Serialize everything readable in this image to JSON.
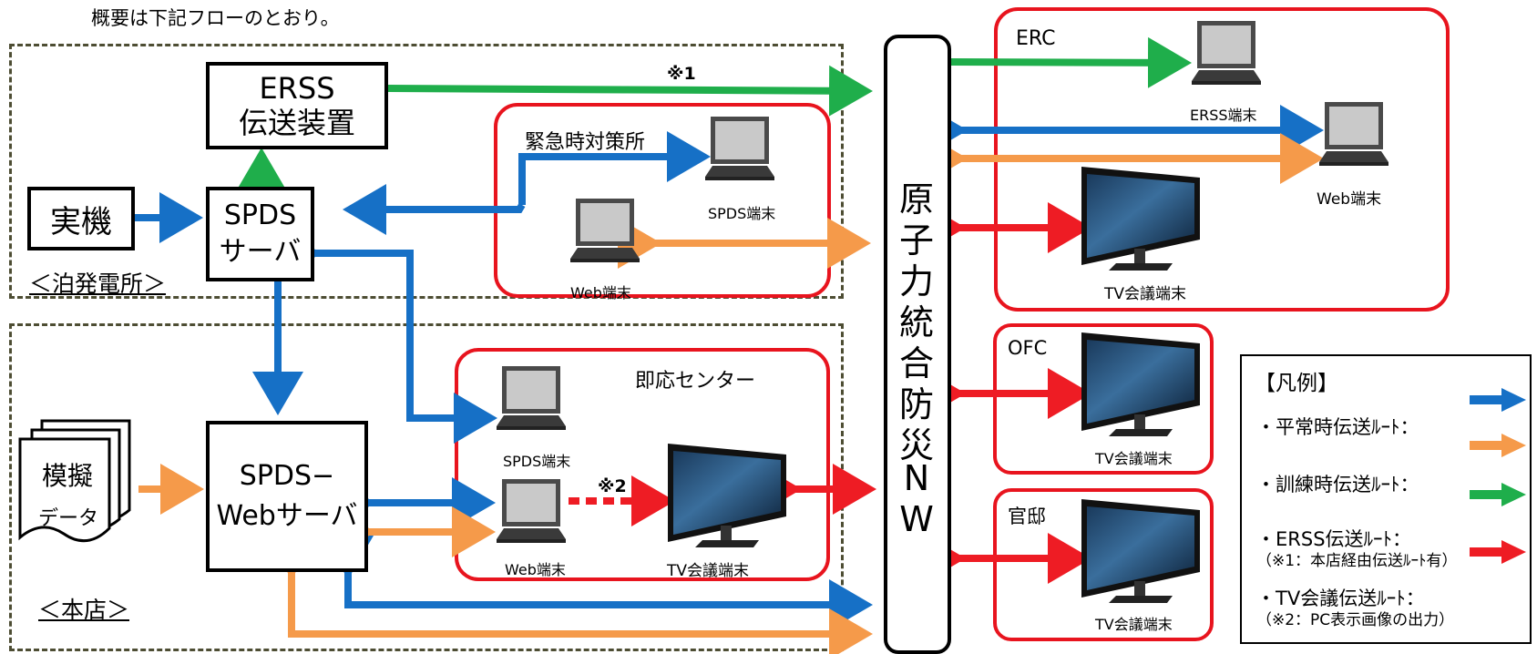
{
  "intro": "概要は下記フローのとおり。",
  "nodes": {
    "erss_line1": "ERSS",
    "erss_line2": "伝送装置",
    "jikki": "実機",
    "spds_line1": "SPDS",
    "spds_line2": "サーバ",
    "mogi_line1": "模擬",
    "mogi_line2": "データ",
    "spdsweb_line1": "SPDS−",
    "spdsweb_line2": "Webサーバ"
  },
  "regions": {
    "tomari": "＜泊発電所＞",
    "honten": "＜本店＞",
    "kinkyu": "緊急時対策所",
    "sokuo": "即応センター",
    "erc": "ERC",
    "ofc": "OFC",
    "kantei": "官邸"
  },
  "nw_chars": [
    "原",
    "子",
    "力",
    "統",
    "合",
    "防",
    "災",
    "N",
    "W"
  ],
  "terminals": {
    "erss_terminal": "ERSS端末",
    "erc_web": "Web端末",
    "erc_tv": "TV会議端末",
    "kinkyu_spds": "SPDS端末",
    "kinkyu_web": "Web端末",
    "sokuo_spds": "SPDS端末",
    "sokuo_web": "Web端末",
    "sokuo_tv": "TV会議端末",
    "ofc_tv": "TV会議端末",
    "kantei_tv": "TV会議端末"
  },
  "notes": {
    "note1": "※1",
    "note2": "※2"
  },
  "legend": {
    "title": "【凡例】",
    "items": [
      {
        "label": "・平常時伝送ﾙｰﾄ：",
        "color": "#1670c6",
        "sub": ""
      },
      {
        "label": "・訓練時伝送ﾙｰﾄ：",
        "color": "#f59a4a",
        "sub": ""
      },
      {
        "label": "・ERSS伝送ﾙｰﾄ：",
        "color": "#1fae4b",
        "sub": "（※1：本店経由伝送ﾙｰﾄ有）"
      },
      {
        "label": "・TV会議伝送ﾙｰﾄ：",
        "color": "#ee1c24",
        "sub": "（※2：PC表示画像の出力）"
      }
    ]
  },
  "colors": {
    "blue": "#1670c6",
    "orange": "#f59a4a",
    "green": "#1fae4b",
    "red": "#ee1c24"
  }
}
